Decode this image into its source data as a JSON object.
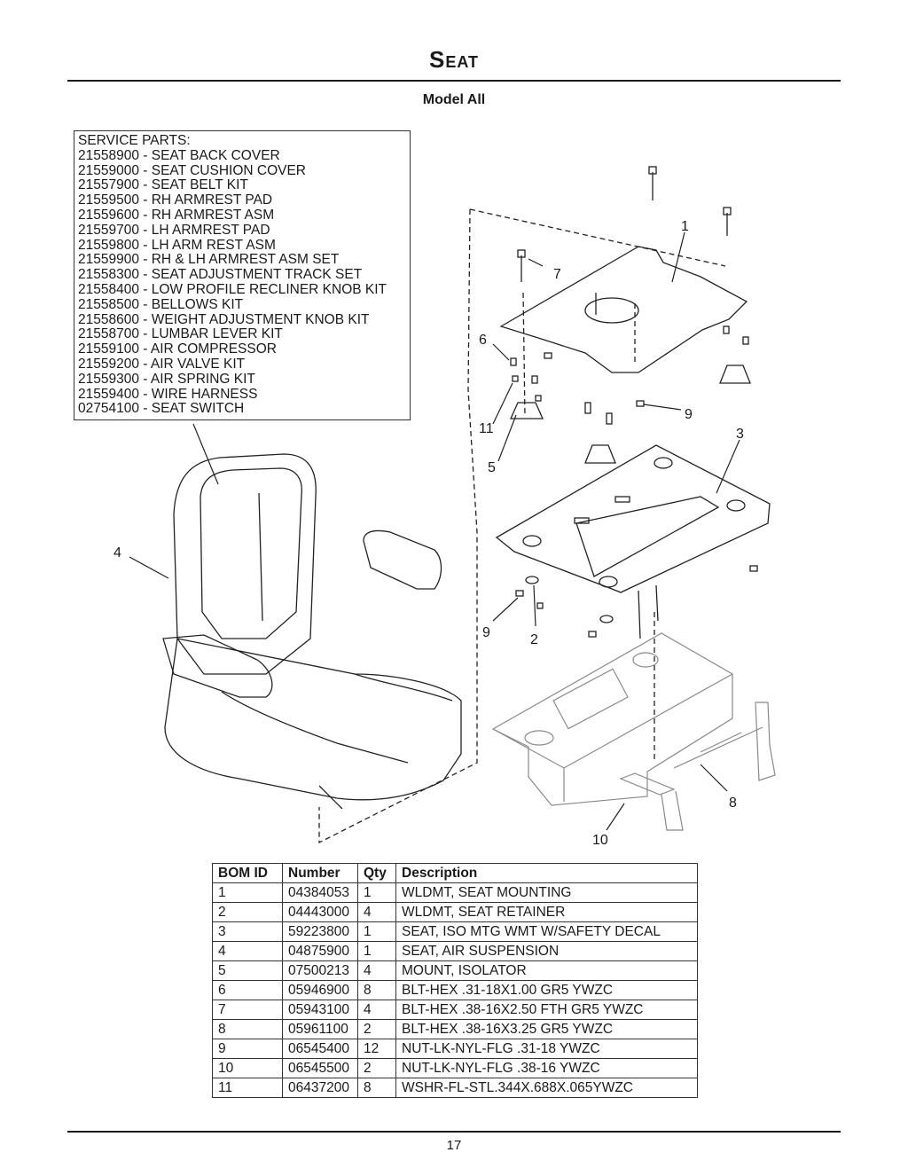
{
  "header": {
    "title": "Seat",
    "model": "Model All"
  },
  "service_parts": {
    "heading": "SERVICE PARTS:",
    "items": [
      "21558900 - SEAT BACK COVER",
      "21559000 - SEAT CUSHION COVER",
      "21557900 - SEAT BELT KIT",
      "21559500 - RH ARMREST PAD",
      "21559600 - RH ARMREST ASM",
      "21559700 - LH ARMREST PAD",
      "21559800 - LH ARM REST ASM",
      "21559900 - RH & LH ARMREST ASM SET",
      "21558300 - SEAT ADJUSTMENT TRACK SET",
      "21558400 - LOW PROFILE RECLINER KNOB KIT",
      "21558500 - BELLOWS KIT",
      "21558600 - WEIGHT ADJUSTMENT KNOB KIT",
      "21558700 - LUMBAR LEVER KIT",
      "21559100 - AIR COMPRESSOR",
      "21559200 - AIR VALVE KIT",
      "21559300 - AIR SPRING KIT",
      "21559400 - WIRE HARNESS",
      "02754100 - SEAT SWITCH"
    ]
  },
  "callouts": [
    "1",
    "2",
    "3",
    "4",
    "5",
    "6",
    "7",
    "8",
    "9",
    "9",
    "10",
    "11"
  ],
  "bom": {
    "headers": [
      "BOM ID",
      "Number",
      "Qty",
      "Description"
    ],
    "rows": [
      [
        "1",
        "04384053",
        "1",
        "WLDMT,  SEAT MOUNTING"
      ],
      [
        "2",
        "04443000",
        "4",
        "WLDMT, SEAT RETAINER"
      ],
      [
        "3",
        "59223800",
        "1",
        "SEAT,  ISO MTG WMT W/SAFETY DECAL"
      ],
      [
        "4",
        "04875900",
        "1",
        "SEAT, AIR SUSPENSION"
      ],
      [
        "5",
        "07500213",
        "4",
        "MOUNT,  ISOLATOR"
      ],
      [
        "6",
        "05946900",
        "8",
        "BLT-HEX .31-18X1.00 GR5 YWZC"
      ],
      [
        "7",
        "05943100",
        "4",
        "BLT-HEX .38-16X2.50 FTH GR5 YWZC"
      ],
      [
        "8",
        "05961100",
        "2",
        "BLT-HEX .38-16X3.25 GR5 YWZC"
      ],
      [
        "9",
        "06545400",
        "12",
        "NUT-LK-NYL-FLG .31-18 YWZC"
      ],
      [
        "10",
        "06545500",
        "2",
        "NUT-LK-NYL-FLG .38-16 YWZC"
      ],
      [
        "11",
        "06437200",
        "8",
        "WSHR-FL-STL.344X.688X.065YWZC"
      ]
    ]
  },
  "footer": {
    "page_number": "17"
  }
}
